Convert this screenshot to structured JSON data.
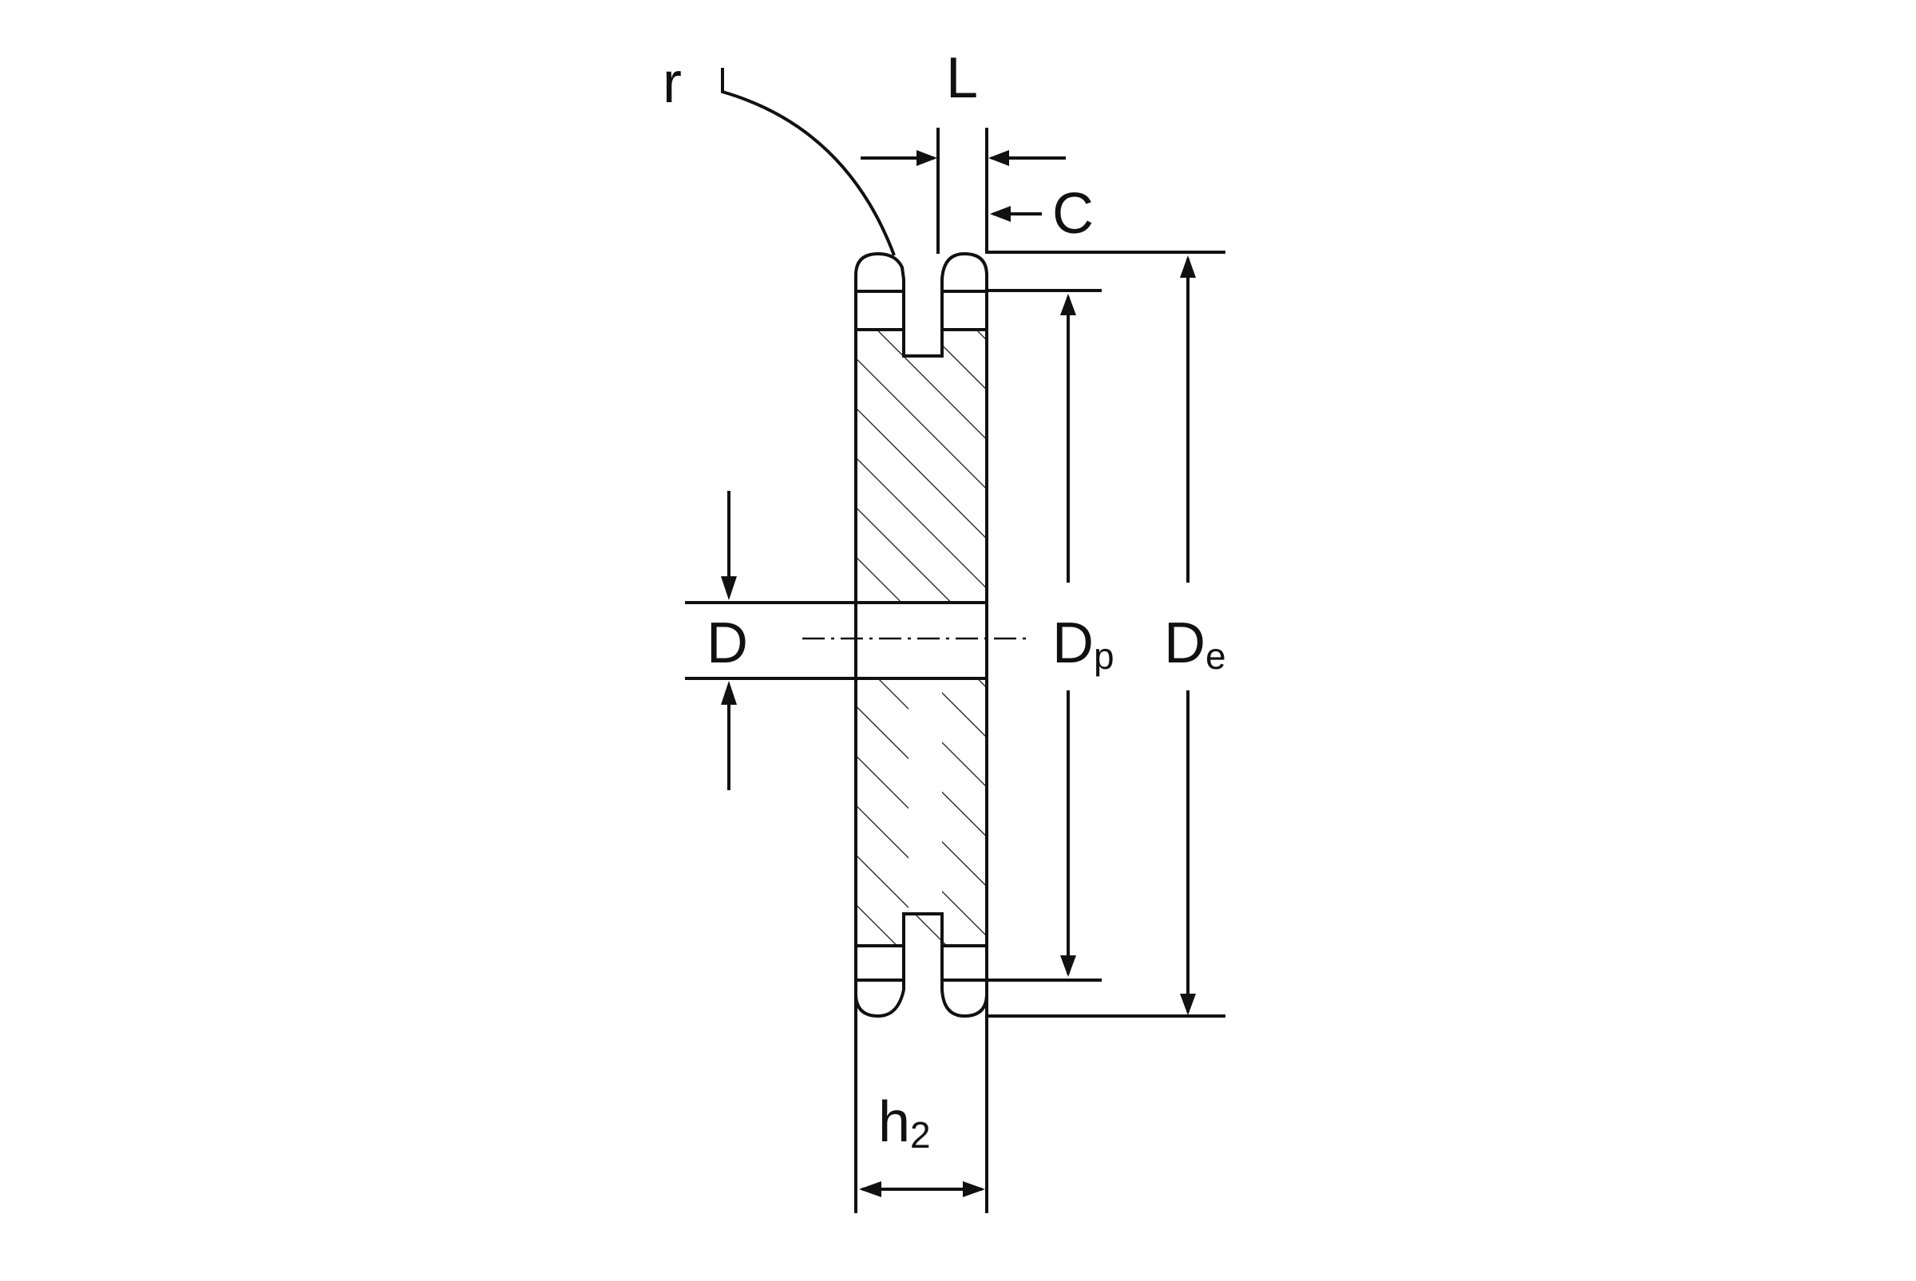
{
  "diagram": {
    "labels": {
      "r": "r",
      "L": "L",
      "C": "C",
      "D": "D",
      "Dp_main": "D",
      "Dp_sub": "p",
      "De_main": "D",
      "De_sub": "e",
      "h2_main": "h",
      "h2_sub": "2"
    },
    "colors": {
      "line": "#111111",
      "background": "#ffffff"
    }
  }
}
